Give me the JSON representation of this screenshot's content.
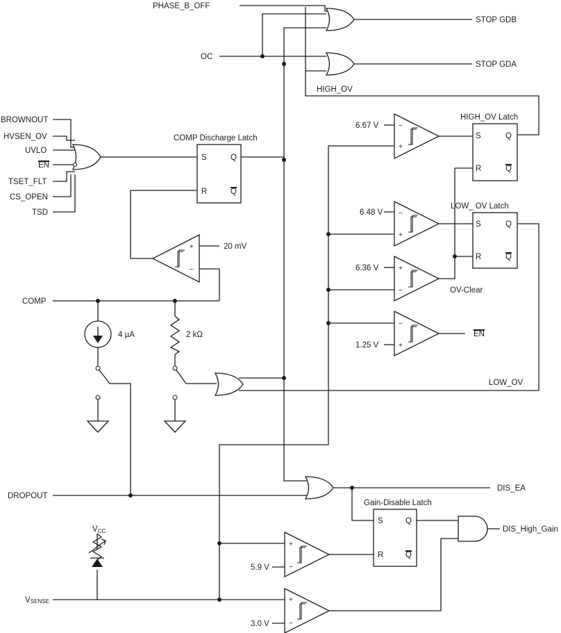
{
  "signals": {
    "phase_b_off": "PHASE_B_OFF",
    "oc": "OC",
    "stop_gdb": "STOP GDB",
    "stop_gda": "STOP GDA",
    "high_ov": "HIGH_OV",
    "brownout": "BROWNOUT",
    "hvsen_ov": "HVSEN_OV",
    "uvlo": "UVLO",
    "en": "EN",
    "tset_flt": "TSET_FLT",
    "cs_open": "CS_OPEN",
    "tsd": "TSD",
    "comp": "COMP",
    "dropout": "DROPOUT",
    "vcc_main": "V",
    "vcc_sub": "CC",
    "vsense_main": "V",
    "vsense_sub": "SENSE",
    "dis_ea": "DIS_EA",
    "dis_high_gain": "DIS_High_Gain",
    "en_out": "EN",
    "low_ov": "LOW_OV",
    "ov_clear": "OV-Clear"
  },
  "latches": {
    "comp_discharge": {
      "title": "COMP Discharge Latch",
      "s": "S",
      "r": "R",
      "q": "Q",
      "qbar": "Q"
    },
    "high_ov": {
      "title": "HIGH_OV Latch",
      "s": "S",
      "r": "R",
      "q": "Q",
      "qbar": "Q"
    },
    "low_ov": {
      "title": "LOW_ OV Latch",
      "s": "S",
      "r": "R",
      "q": "Q",
      "qbar": "Q"
    },
    "gain_disable": {
      "title": "Gain-Disable Latch",
      "s": "S",
      "r": "R",
      "q": "Q",
      "qbar": "Q"
    }
  },
  "thresholds": {
    "v667": "6.67 V",
    "v648": "6.48 V",
    "v636": "6.36 V",
    "v125": "1.25 V",
    "mv20": "20 mV",
    "v59": "5.9 V",
    "v30": "3.0 V"
  },
  "components": {
    "current_source": "4 µA",
    "resistor": "2 kΩ"
  },
  "comparator_pins": {
    "plus": "+",
    "minus": "−"
  }
}
